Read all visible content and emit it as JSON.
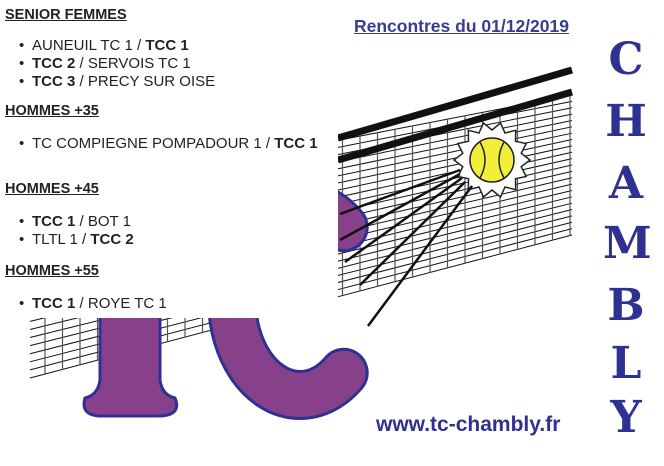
{
  "header": {
    "title": "Rencontres du 01/12/2019"
  },
  "logo": {
    "letters": "TC",
    "vertical_text": [
      "C",
      "H",
      "A",
      "M",
      "B",
      "L",
      "Y"
    ],
    "url": "www.tc-chambly.fr"
  },
  "sections": [
    {
      "title": "SENIOR FEMMES",
      "matches": [
        {
          "a": "AUNEUIL TC 1",
          "sep": " / ",
          "b": "TCC 1",
          "bold": "b"
        },
        {
          "a": "TCC 2",
          "sep": " / ",
          "b": "SERVOIS TC 1",
          "bold": "a"
        },
        {
          "a": "TCC 3",
          "sep": " / ",
          "b": "PRECY SUR OISE",
          "bold": "a"
        }
      ]
    },
    {
      "title": "HOMMES +35",
      "matches": [
        {
          "a": "TC COMPIEGNE POMPADOUR 1",
          "sep": " / ",
          "b": "TCC 1",
          "bold": "b"
        }
      ]
    },
    {
      "title": "HOMMES +45",
      "matches": [
        {
          "a": "TCC 1",
          "sep": " / ",
          "b": "BOT 1",
          "bold": "a"
        },
        {
          "a": "TLTL 1",
          "sep": " / ",
          "b": "TCC 2",
          "bold": "b"
        }
      ]
    },
    {
      "title": "HOMMES +55",
      "matches": [
        {
          "a": "TCC 1",
          "sep": " / ",
          "b": "ROYE TC 1",
          "bold": "a"
        }
      ]
    }
  ],
  "colors": {
    "purple": "#86418a",
    "blue": "#2e3192",
    "ball": "#f2ef3a"
  }
}
